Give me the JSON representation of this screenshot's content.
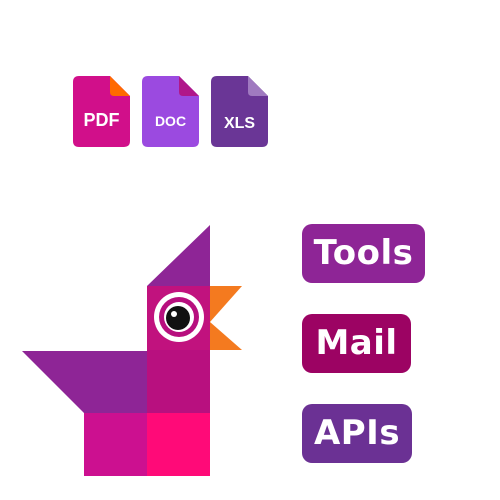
{
  "files": [
    {
      "key": "pdf",
      "label": "PDF",
      "body_color": "#d10f8a",
      "fold_color": "#ff6a00"
    },
    {
      "key": "doc",
      "label": "DOC",
      "body_color": "#9b4ae0",
      "fold_color": "#b0178a"
    },
    {
      "key": "xls",
      "label": "XLS",
      "body_color": "#6a3696",
      "fold_color": "#a07ac0"
    }
  ],
  "mascot": {
    "icon": "origami-bird-icon",
    "colors": {
      "crest": "#8e2596",
      "head": "#c1127e",
      "wing": "#8e2596",
      "body_left": "#cc1090",
      "body_right": "#ff0a78",
      "beak": "#f47a1f",
      "eye_ring": "#ffffff",
      "eye_iris": "#b70f7e",
      "pupil": "#111111"
    }
  },
  "pills": {
    "tools": {
      "label": "Tools",
      "color": "#8e2596"
    },
    "mail": {
      "label": "Mail",
      "color": "#9c0363"
    },
    "apis": {
      "label": "APIs",
      "color": "#6b3194"
    }
  }
}
